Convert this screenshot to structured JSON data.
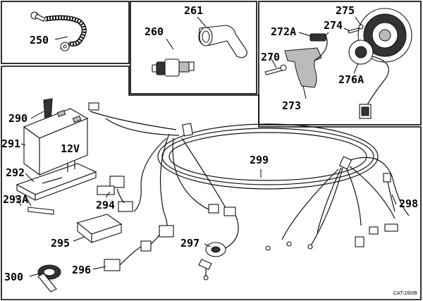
{
  "figure": {
    "footer_code": "CAT-260/B",
    "parts": [
      {
        "ref": "250"
      },
      {
        "ref": "260"
      },
      {
        "ref": "261"
      },
      {
        "ref": "270"
      },
      {
        "ref": "272A"
      },
      {
        "ref": "273"
      },
      {
        "ref": "274"
      },
      {
        "ref": "275"
      },
      {
        "ref": "276A"
      },
      {
        "ref": "290"
      },
      {
        "ref": "291"
      },
      {
        "ref": "292"
      },
      {
        "ref": "293A"
      },
      {
        "ref": "294"
      },
      {
        "ref": "295"
      },
      {
        "ref": "296"
      },
      {
        "ref": "297"
      },
      {
        "ref": "298"
      },
      {
        "ref": "299"
      },
      {
        "ref": "300"
      }
    ],
    "battery_label": "12V"
  }
}
